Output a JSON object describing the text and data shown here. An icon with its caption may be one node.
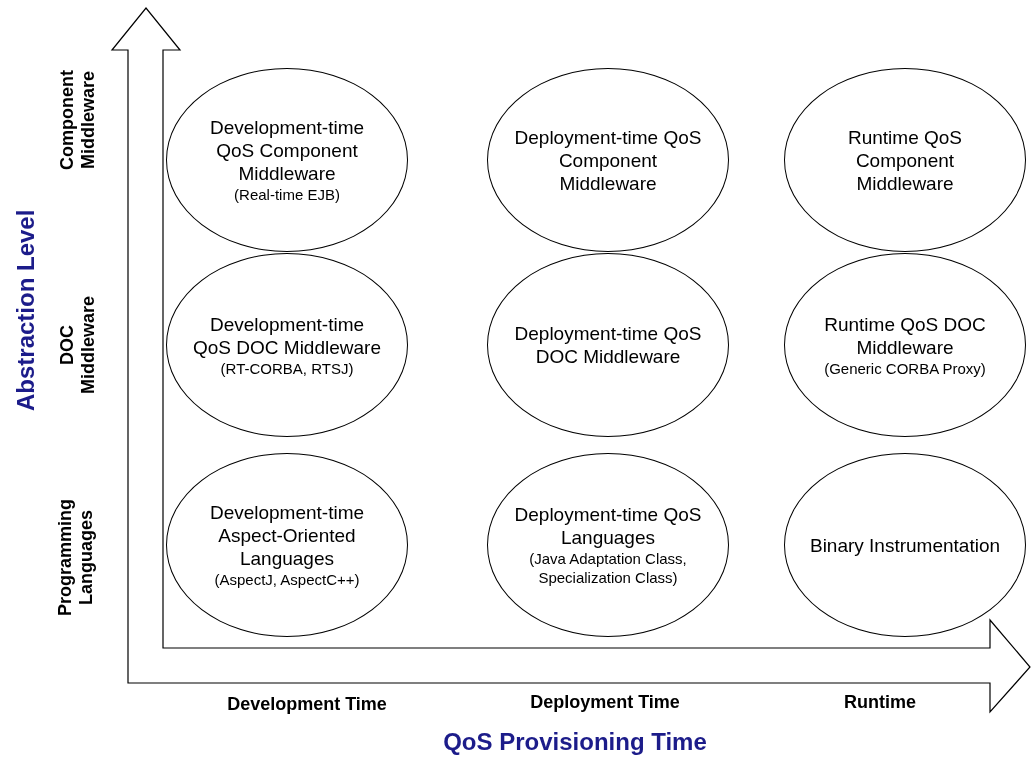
{
  "diagram": {
    "nodes": [
      {
        "text": [
          "Development-time QoS Component Middleware",
          "(Real-time EJB)"
        ]
      },
      {
        "text": [
          "Deployment-time QoS Component Middleware"
        ]
      },
      {
        "text": [
          "Runtime QoS Component Middleware"
        ]
      },
      {
        "text": [
          "Development-time QoS DOC Middleware",
          "(RT-CORBA, RTSJ)"
        ]
      },
      {
        "text": [
          "Deployment-time QoS DOC Middleware"
        ]
      },
      {
        "text": [
          "Runtime QoS DOC Middleware",
          "(Generic CORBA Proxy)"
        ]
      },
      {
        "text": [
          "Development-time Aspect-Oriented Languages",
          "(AspectJ, AspectC++)"
        ]
      },
      {
        "text": [
          "Deployment-time QoS Languages",
          "(Java Adaptation Class, Specialization Class)"
        ]
      },
      {
        "text": [
          "Binary Instrumentation"
        ]
      }
    ],
    "labels": [
      "Abstraction Level",
      "Component Middleware",
      "DOC Middleware",
      "Programming Languages",
      "Development Time",
      "Deployment Time",
      "Runtime",
      "QoS Provisioning Time"
    ]
  }
}
